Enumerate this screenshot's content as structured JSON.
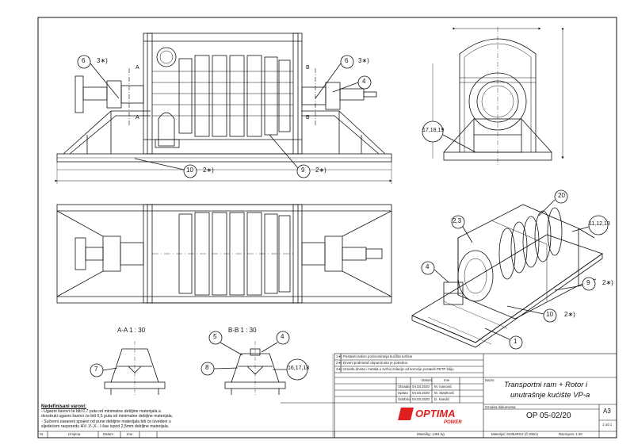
{
  "sections": {
    "aa": "A-A   1 : 30",
    "bb": "B-B   1 : 30"
  },
  "section_marks": {
    "a_top": "A",
    "a_bottom": "A",
    "b_top": "B",
    "b_bottom": "B"
  },
  "balloons": {
    "b6_left": "6",
    "b3_left": "3∗)",
    "b6_right": "6",
    "b3_right": "3∗)",
    "b4_front": "4",
    "b10_front": "10",
    "b2_front": "2∗)",
    "b9_front": "9",
    "b2_front_b": "2∗)",
    "b171819": "17,18,19",
    "b20": "20",
    "b23": "2,3",
    "b111213": "11,12,13",
    "b4_iso": "4",
    "b9_iso": "9",
    "b2_iso": "2∗)",
    "b10_iso": "10",
    "b2_iso_b": "2∗)",
    "b1_iso": "1",
    "b7": "7",
    "b5": "5",
    "b4_bb": "4",
    "b8": "8",
    "b161718": "16,17,18"
  },
  "notes": {
    "heading": "Nedefinisani varovi:",
    "lines": [
      "- Ugaoni šavovi će biti 0,7 puta od minimalne debljine materijala a",
      "  dvostruki ugaoni šavovi će biti 0,5 puta od minimalne debljine materijala.",
      "- Sučeoni zavareni spojevi od pune debljine materijala biti će izvedeni u",
      "  sljedećem rasporedu HV-,V-,X-, I-šav ispod 2,5mm debljine materijala."
    ]
  },
  "legend": [
    {
      "mark": "1∗)",
      "text": "Postaviti nakon pozicioniranja kućišta turbine"
    },
    {
      "mark": "2∗)",
      "text": "Drveni podmetač dopuniti ako je potrebno"
    },
    {
      "mark": "3∗)",
      "text": "Između drveta i metala u svrhu izolacije od korozije postaviti PETP foliju"
    }
  ],
  "title_block": {
    "title_line1": "Transportni ram + Rotor i",
    "title_line2": "unutrašnje kućište VP-a",
    "drawing_number": "OP 05-02/20",
    "sheet_size": "A3",
    "sheet_index": "1 od 1",
    "label_naziv": "Naziv:",
    "label_oznaka": "Oznaka dokumenta:",
    "col_datum": "Datum",
    "col_ime": "Ime",
    "rows": [
      {
        "role": "Obradio",
        "date": "04.03.2020",
        "name": "M. Ivanović"
      },
      {
        "role": "Ispitao",
        "date": "04.03.2020",
        "name": "M. Stanković"
      },
      {
        "role": "Odobrio",
        "date": "04.03.2020",
        "name": "D. Kandić"
      }
    ],
    "bottom": {
      "st": "St.",
      "izmjena": "Izmjena",
      "datum": "Datum",
      "ime": "Ime",
      "mass": "Masa/kg: 1481 kg",
      "material": "Materijal: S235JRG2 (Č.0361)",
      "scale": "Razmjera: 1:30"
    },
    "logo_top": "OPTIMA",
    "logo_bottom": "POWER"
  }
}
